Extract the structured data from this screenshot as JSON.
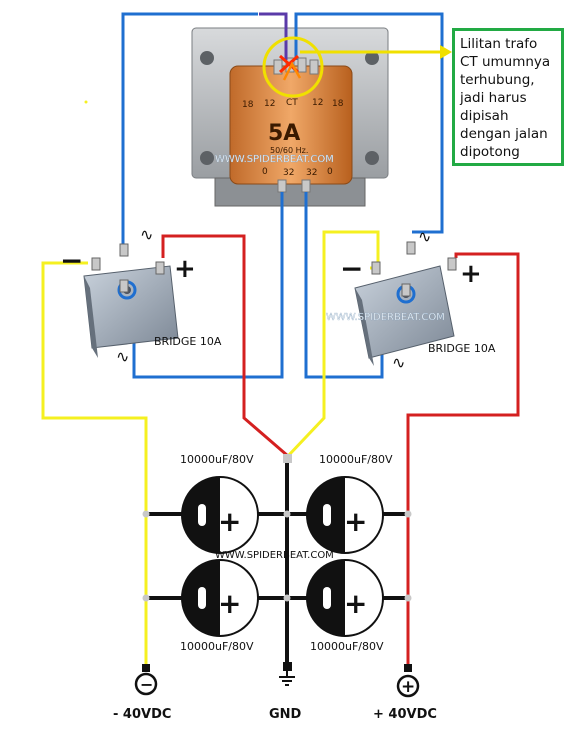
{
  "transformer": {
    "rating": "5A",
    "frequency": "50/60 Hz.",
    "taps_top": [
      "18",
      "12",
      "CT",
      "12",
      "18"
    ],
    "taps_bottom": [
      "0",
      "32",
      "32",
      "0"
    ]
  },
  "note": {
    "lines": [
      "Lilitan trafo",
      "CT umumnya",
      "terhubung,",
      "jadi harus",
      "dipisah",
      "dengan jalan",
      "dipotong"
    ]
  },
  "watermark": "WWW.SPIDERBEAT.COM",
  "bridges": {
    "left": {
      "label": "BRIDGE 10A",
      "minus": "−",
      "plus": "+"
    },
    "right": {
      "label": "BRIDGE 10A",
      "minus": "−",
      "plus": "+"
    }
  },
  "capacitors": {
    "top_left": "10000uF/80V",
    "top_right": "10000uF/80V",
    "bottom_left": "10000uF/80V",
    "bottom_right": "10000uF/80V",
    "polarity": "+"
  },
  "outputs": {
    "negative": {
      "symbol": "−",
      "label": "- 40VDC"
    },
    "ground": {
      "label": "GND"
    },
    "positive": {
      "symbol": "+",
      "label": "+ 40VDC"
    }
  },
  "ac_symbol": "∿",
  "colors": {
    "blue_wire": "#1f6fd0",
    "red_wire": "#d42020",
    "yellow_wire": "#f5f020",
    "black_wire": "#111111",
    "highlight_circle": "#f0e000",
    "note_border": "#22aa44"
  }
}
